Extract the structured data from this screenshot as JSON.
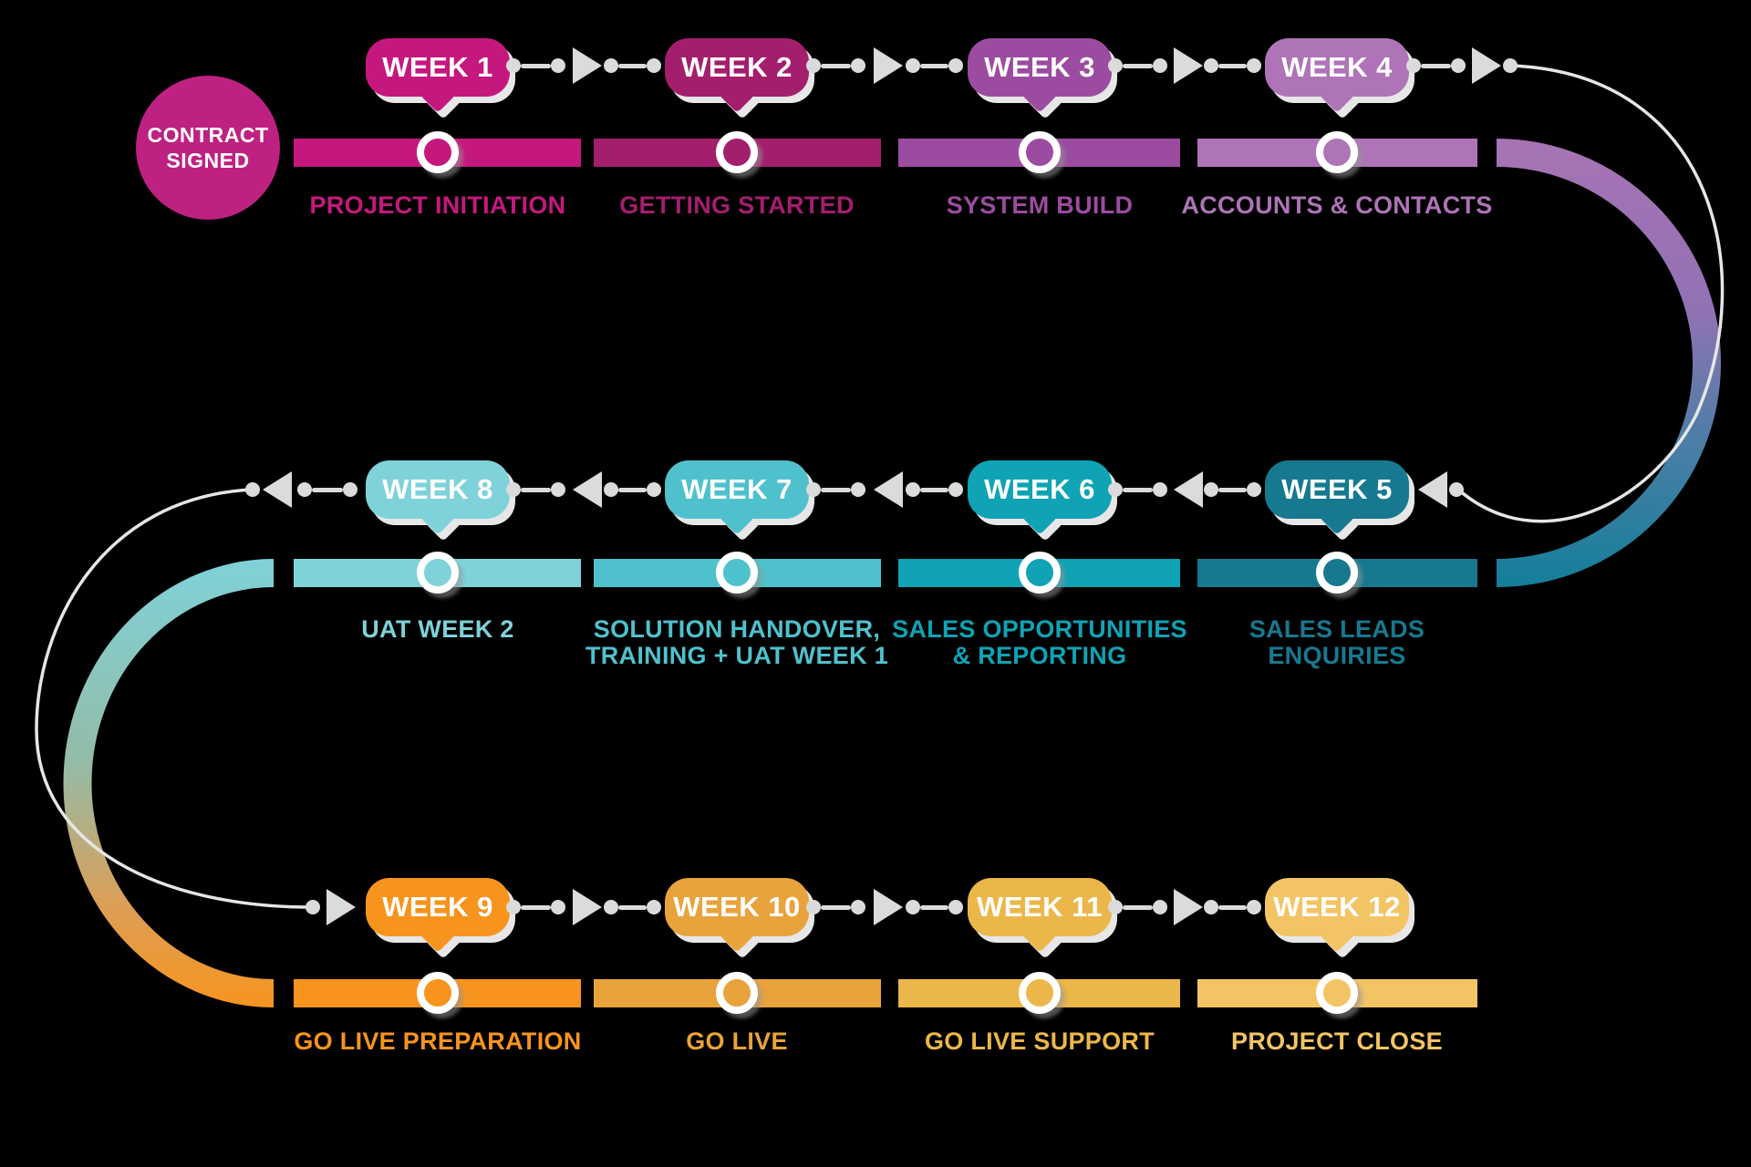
{
  "start": {
    "line1": "CONTRACT",
    "line2": "SIGNED",
    "color": "#BE2181"
  },
  "weeks": [
    {
      "id": 1,
      "badge": "WEEK 1",
      "label1": "PROJECT INITIATION",
      "label2": "",
      "color": "#C5187E"
    },
    {
      "id": 2,
      "badge": "WEEK 2",
      "label1": "GETTING STARTED",
      "label2": "",
      "color": "#A41E6E"
    },
    {
      "id": 3,
      "badge": "WEEK 3",
      "label1": "SYSTEM BUILD",
      "label2": "",
      "color": "#9C4CA0"
    },
    {
      "id": 4,
      "badge": "WEEK 4",
      "label1": "ACCOUNTS & CONTACTS",
      "label2": "",
      "color": "#AE74B7"
    },
    {
      "id": 5,
      "badge": "WEEK 5",
      "label1": "SALES LEADS",
      "label2": "ENQUIRIES",
      "color": "#16798F"
    },
    {
      "id": 6,
      "badge": "WEEK 6",
      "label1": "SALES OPPORTUNITIES",
      "label2": "& REPORTING",
      "color": "#0FA3B5"
    },
    {
      "id": 7,
      "badge": "WEEK 7",
      "label1": "SOLUTION HANDOVER,",
      "label2": "TRAINING + UAT WEEK 1",
      "color": "#4FC1CD"
    },
    {
      "id": 8,
      "badge": "WEEK 8",
      "label1": "UAT WEEK 2",
      "label2": "",
      "color": "#7FD2D9"
    },
    {
      "id": 9,
      "badge": "WEEK 9",
      "label1": "GO LIVE PREPARATION",
      "label2": "",
      "color": "#F7941E"
    },
    {
      "id": 10,
      "badge": "WEEK 10",
      "label1": "GO LIVE",
      "label2": "",
      "color": "#E9A33C"
    },
    {
      "id": 11,
      "badge": "WEEK 11",
      "label1": "GO LIVE SUPPORT",
      "label2": "",
      "color": "#EBB74A"
    },
    {
      "id": 12,
      "badge": "WEEK 12",
      "label1": "PROJECT CLOSE",
      "label2": "",
      "color": "#F2C464"
    }
  ],
  "curves": {
    "right": [
      "#A873B4",
      "#9172B3",
      "#4B7EA6",
      "#137F99"
    ],
    "left": [
      "#7FD2D9",
      "#93BCA8",
      "#DE9E55",
      "#F7941E"
    ],
    "connector_color": "#DBDBDB",
    "thin_line_color": "#E6E6E6"
  }
}
